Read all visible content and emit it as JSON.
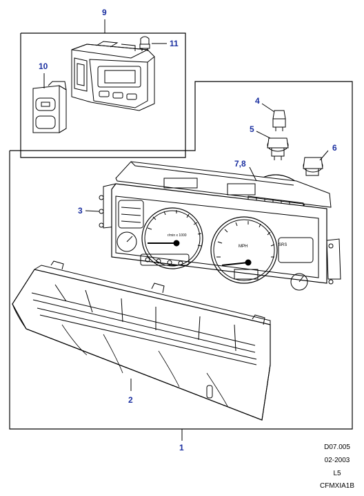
{
  "callouts": {
    "c1": "1",
    "c2": "2",
    "c3": "3",
    "c4": "4",
    "c5": "5",
    "c6": "6",
    "c78": "7,8",
    "c9": "9",
    "c10": "10",
    "c11": "11"
  },
  "cluster_text": {
    "rpm": "r/min x 1000",
    "mph": "MPH",
    "srs": "SRS"
  },
  "reference": {
    "drawing_no": "D07.005",
    "date": "02-2003",
    "revision": "L5",
    "code": "CFMXIA1B"
  },
  "colors": {
    "line": "#000000",
    "callout": "#1a2fa0"
  }
}
